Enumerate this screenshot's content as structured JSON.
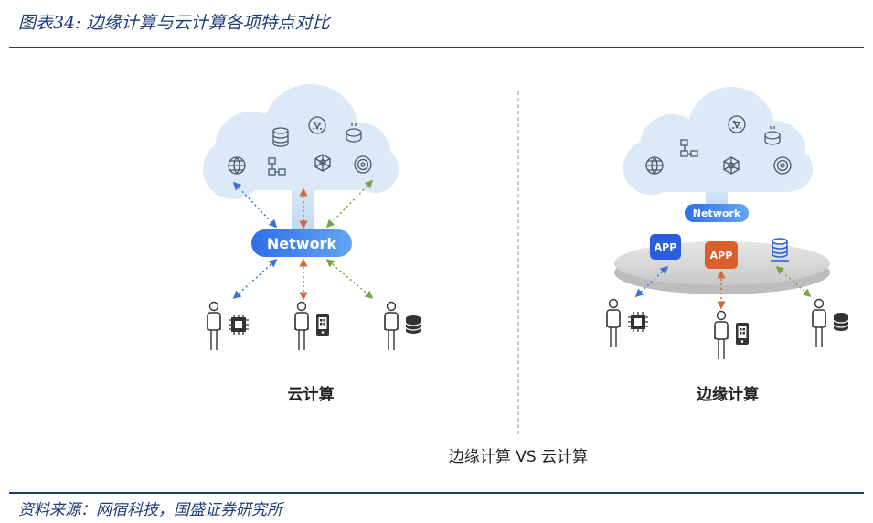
{
  "figure": {
    "title": "图表34:  边缘计算与云计算各项特点对比",
    "source": "资料来源：网宿科技，国盛证券研究所"
  },
  "diagram": {
    "cloud_side": {
      "label": "云计算",
      "network_label": "Network"
    },
    "edge_side": {
      "label": "边缘计算",
      "network_label": "Network",
      "app_labels": [
        "APP",
        "APP"
      ]
    },
    "caption": "边缘计算 VS 云计算"
  },
  "colors": {
    "title_blue": "#1f3b7a",
    "cloud_fill": "#dce9f6",
    "network_blue": "#3f7ee8",
    "app_blue": "#2b5fd9",
    "app_orange": "#d9602c",
    "arrow_blue": "#3b72d6",
    "arrow_orange": "#d7663a",
    "arrow_green": "#7aa34a"
  },
  "icons": [
    "globe-icon",
    "database-icon",
    "flowchart-icon",
    "network-icon",
    "bitcoin-icon",
    "target-icon",
    "chip-icon",
    "phone-icon",
    "storage-icon",
    "person-icon"
  ]
}
